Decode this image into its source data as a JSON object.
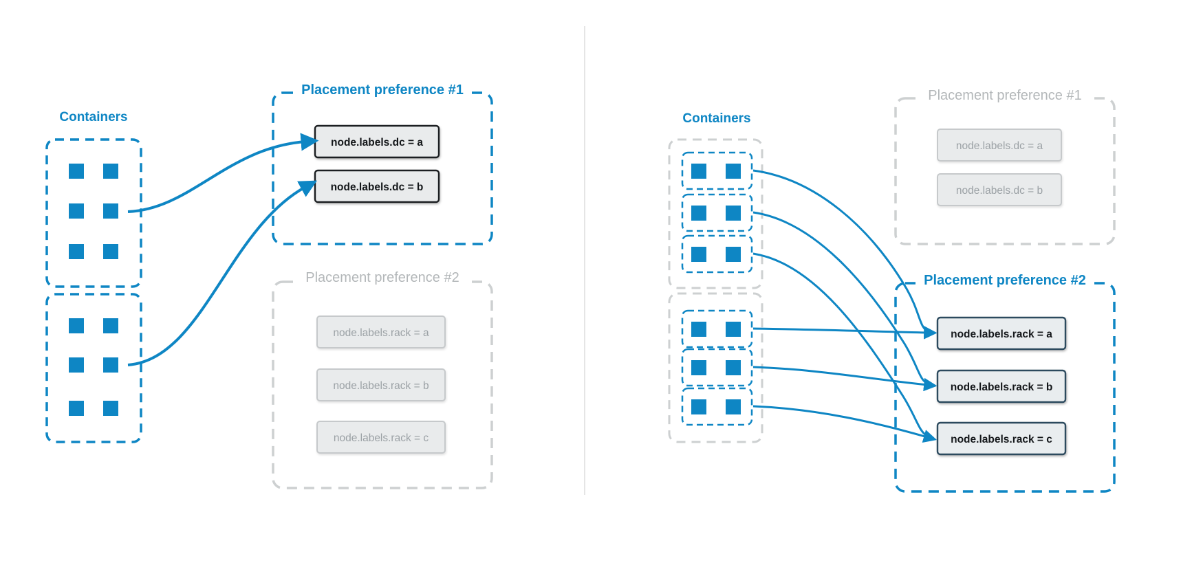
{
  "diagram": {
    "description": "Docker service placement preferences diagram",
    "colors": {
      "accent_blue": "#0E86C4",
      "inactive_gray_border": "#CDD0D1",
      "inactive_gray_text": "#B3B7B9",
      "label_box_fill": "#E9EBEC",
      "label_border_dark": "#1B1E21",
      "label_border_slate": "#2C4A5E",
      "label_text_inactive": "#9BA1A5",
      "divider": "#E5E5E5"
    },
    "left_panel": {
      "containers_label": "Containers",
      "container_groups": 2,
      "containers_per_group": 6,
      "preference_1": {
        "title": "Placement preference #1",
        "state": "active",
        "labels": [
          "node.labels.dc = a",
          "node.labels.dc = b"
        ]
      },
      "preference_2": {
        "title": "Placement preference #2",
        "state": "inactive",
        "labels": [
          "node.labels.rack = a",
          "node.labels.rack = b",
          "node.labels.rack = c"
        ]
      },
      "connections": [
        {
          "from": "container-group-1",
          "to": "node.labels.dc = a"
        },
        {
          "from": "container-group-2",
          "to": "node.labels.dc = b"
        }
      ]
    },
    "right_panel": {
      "containers_label": "Containers",
      "container_groups": 2,
      "subgroups_per_group": 3,
      "containers_per_subgroup": 2,
      "preference_1": {
        "title": "Placement preference #1",
        "state": "inactive",
        "labels": [
          "node.labels.dc = a",
          "node.labels.dc = b"
        ]
      },
      "preference_2": {
        "title": "Placement preference #2",
        "state": "active",
        "labels": [
          "node.labels.rack = a",
          "node.labels.rack = b",
          "node.labels.rack = c"
        ]
      },
      "connections": [
        {
          "from": "subgroup-1",
          "to": "node.labels.rack = a"
        },
        {
          "from": "subgroup-2",
          "to": "node.labels.rack = b"
        },
        {
          "from": "subgroup-3",
          "to": "node.labels.rack = c"
        },
        {
          "from": "subgroup-4",
          "to": "node.labels.rack = a"
        },
        {
          "from": "subgroup-5",
          "to": "node.labels.rack = b"
        },
        {
          "from": "subgroup-6",
          "to": "node.labels.rack = c"
        }
      ]
    }
  }
}
